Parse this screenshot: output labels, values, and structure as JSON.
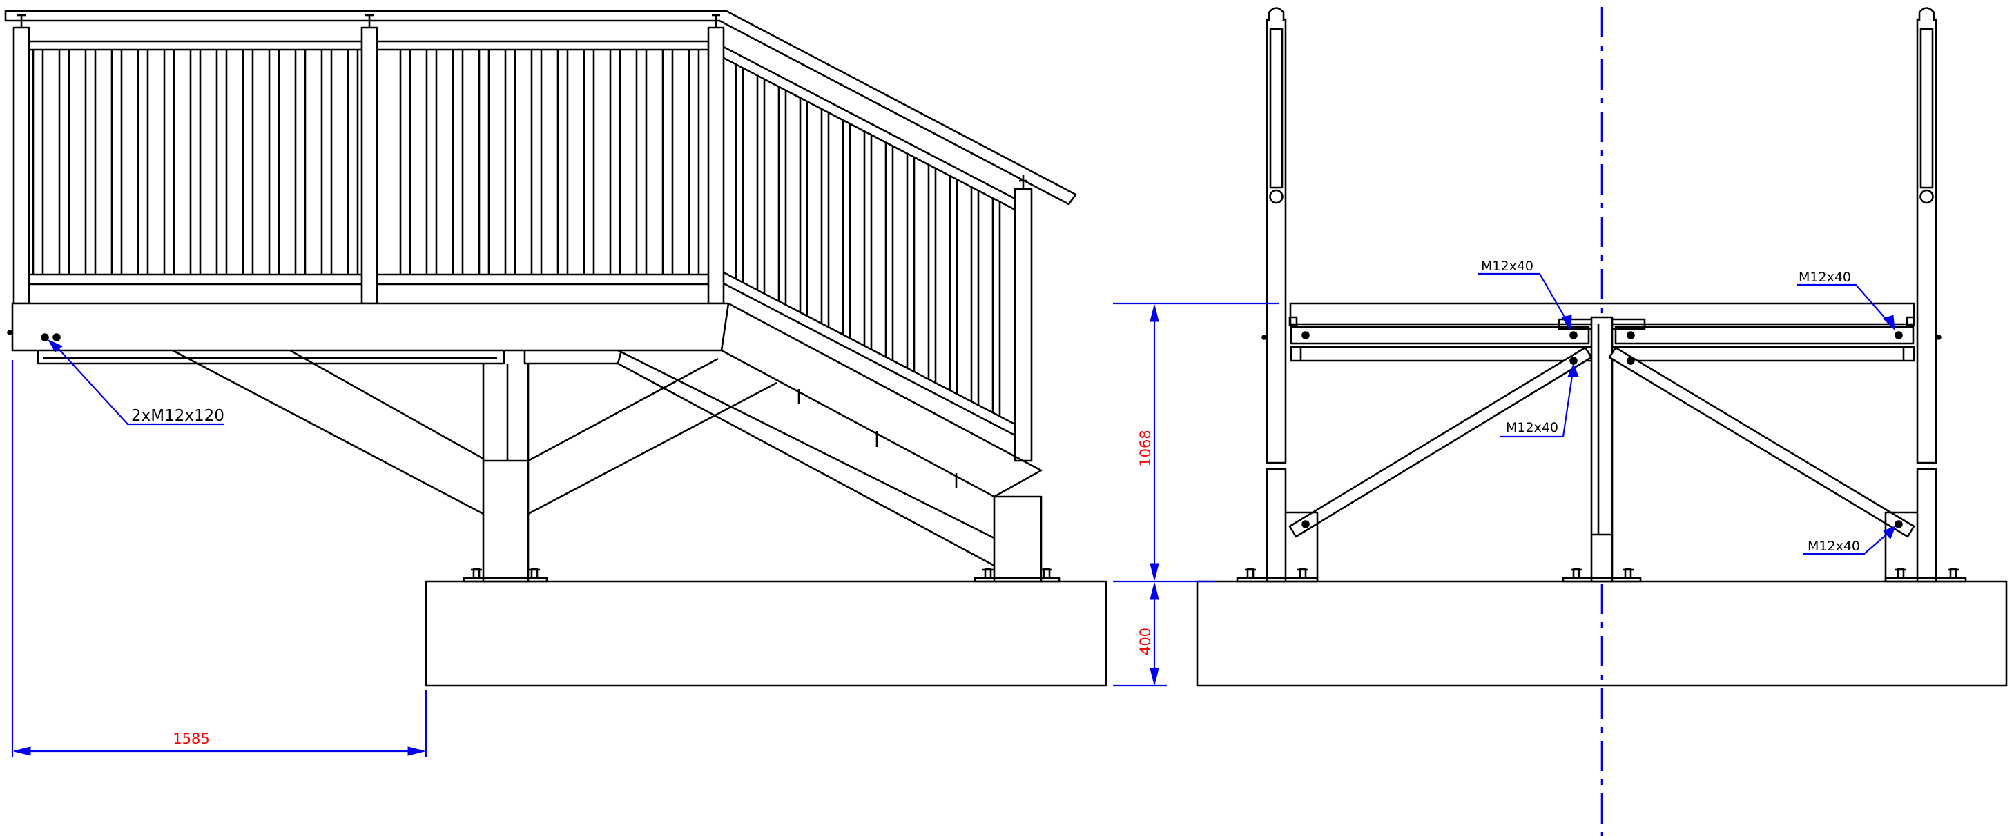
{
  "dimensions": {
    "width": "1585",
    "height": "1068",
    "foundation": "400"
  },
  "callouts": {
    "side_bolts": "2xM12x120",
    "top_left": "M12x40",
    "top_right": "M12x40",
    "center": "M12x40",
    "bottom_right": "M12x40"
  },
  "colors": {
    "lines": "#000000",
    "dimension_lines": "#0000ee",
    "dimension_text": "#ff0000"
  }
}
